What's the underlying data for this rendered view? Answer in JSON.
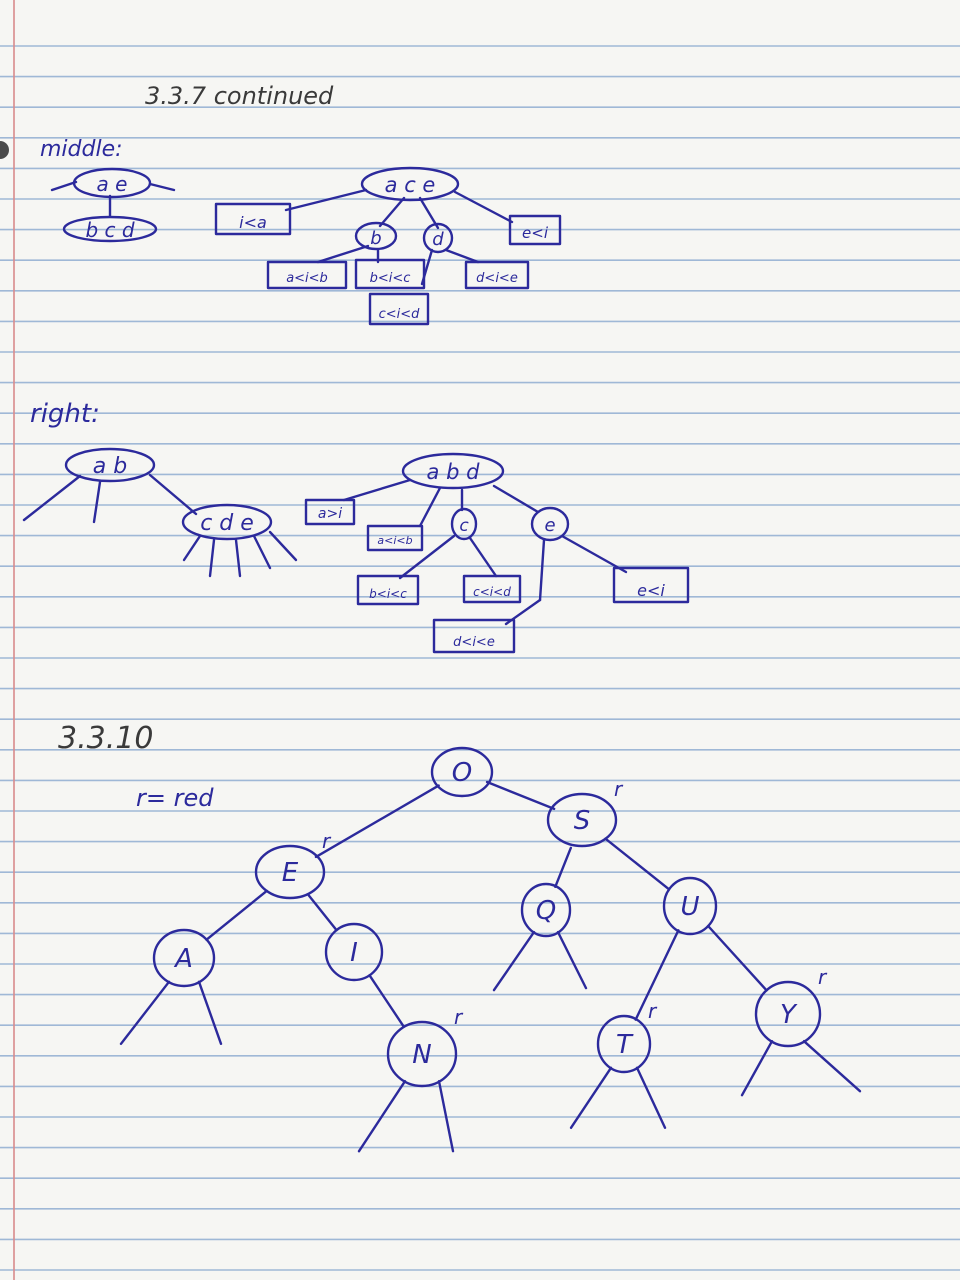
{
  "page": {
    "header": "3.3.7 continued",
    "middle_label": "middle:",
    "right_label": "right:",
    "section2_header": "3.3.10",
    "legend": "r= red",
    "red_marker": "r"
  },
  "middle": {
    "small_top": "a e",
    "small_bottom": "b c d",
    "root": "a c e",
    "node_b": "b",
    "node_d": "d",
    "leaves": [
      "i<a",
      "a<i<b",
      "b<i<c",
      "c<i<d",
      "d<i<e",
      "e<i"
    ]
  },
  "right": {
    "small_top": "a b",
    "small_bottom": "c d e",
    "root": "a b d",
    "node_c": "c",
    "node_e": "e",
    "leaves": [
      "a>i",
      "a<i<b",
      "b<i<c",
      "c<i<d",
      "d<i<e",
      "e<i"
    ]
  },
  "tree": {
    "nodes": [
      {
        "key": "O",
        "red": false
      },
      {
        "key": "S",
        "red": true
      },
      {
        "key": "E",
        "red": true
      },
      {
        "key": "Q",
        "red": false
      },
      {
        "key": "U",
        "red": false
      },
      {
        "key": "A",
        "red": false
      },
      {
        "key": "I",
        "red": false
      },
      {
        "key": "N",
        "red": true
      },
      {
        "key": "T",
        "red": true
      },
      {
        "key": "Y",
        "red": true
      }
    ]
  },
  "colors": {
    "paper": "#f6f6f3",
    "rule": "#9fb8d6",
    "margin": "#d98b8b",
    "ink": "#2c2a9c"
  }
}
